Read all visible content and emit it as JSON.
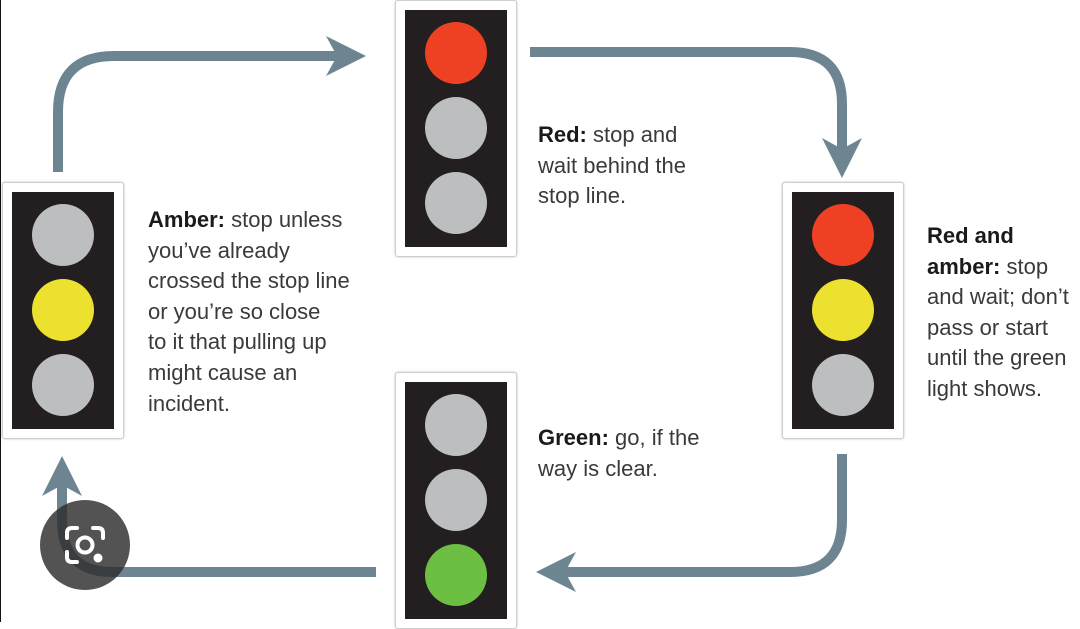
{
  "colors": {
    "red": "#ee4023",
    "amber": "#ede12f",
    "green": "#6cbf43",
    "off": "#bcbec0",
    "housing": "#231f20",
    "arrow": "#6d8591"
  },
  "lights": [
    {
      "id": "red",
      "lamps": [
        "red",
        "off",
        "off"
      ]
    },
    {
      "id": "red-and-amber",
      "lamps": [
        "red",
        "amber",
        "off"
      ]
    },
    {
      "id": "green",
      "lamps": [
        "off",
        "off",
        "green"
      ]
    },
    {
      "id": "amber",
      "lamps": [
        "off",
        "amber",
        "off"
      ]
    }
  ],
  "captions": {
    "red": {
      "label": "Red:",
      "lines": [
        " stop and",
        "wait behind the",
        "stop line."
      ]
    },
    "red_and_amber": {
      "label_lines": [
        "Red and",
        "amber:"
      ],
      "lines": [
        " stop",
        "and wait; don’t",
        "pass or start",
        "until the green",
        "light shows."
      ]
    },
    "green": {
      "label": "Green:",
      "lines": [
        " go, if the",
        "way is clear."
      ]
    },
    "amber": {
      "label": "Amber:",
      "lines": [
        " stop unless",
        "you’ve already",
        "crossed the stop line",
        "or you’re so close",
        "to it that pulling up",
        "might cause an",
        "incident."
      ]
    }
  },
  "overlay": {
    "icon": "camera-lens-icon"
  }
}
